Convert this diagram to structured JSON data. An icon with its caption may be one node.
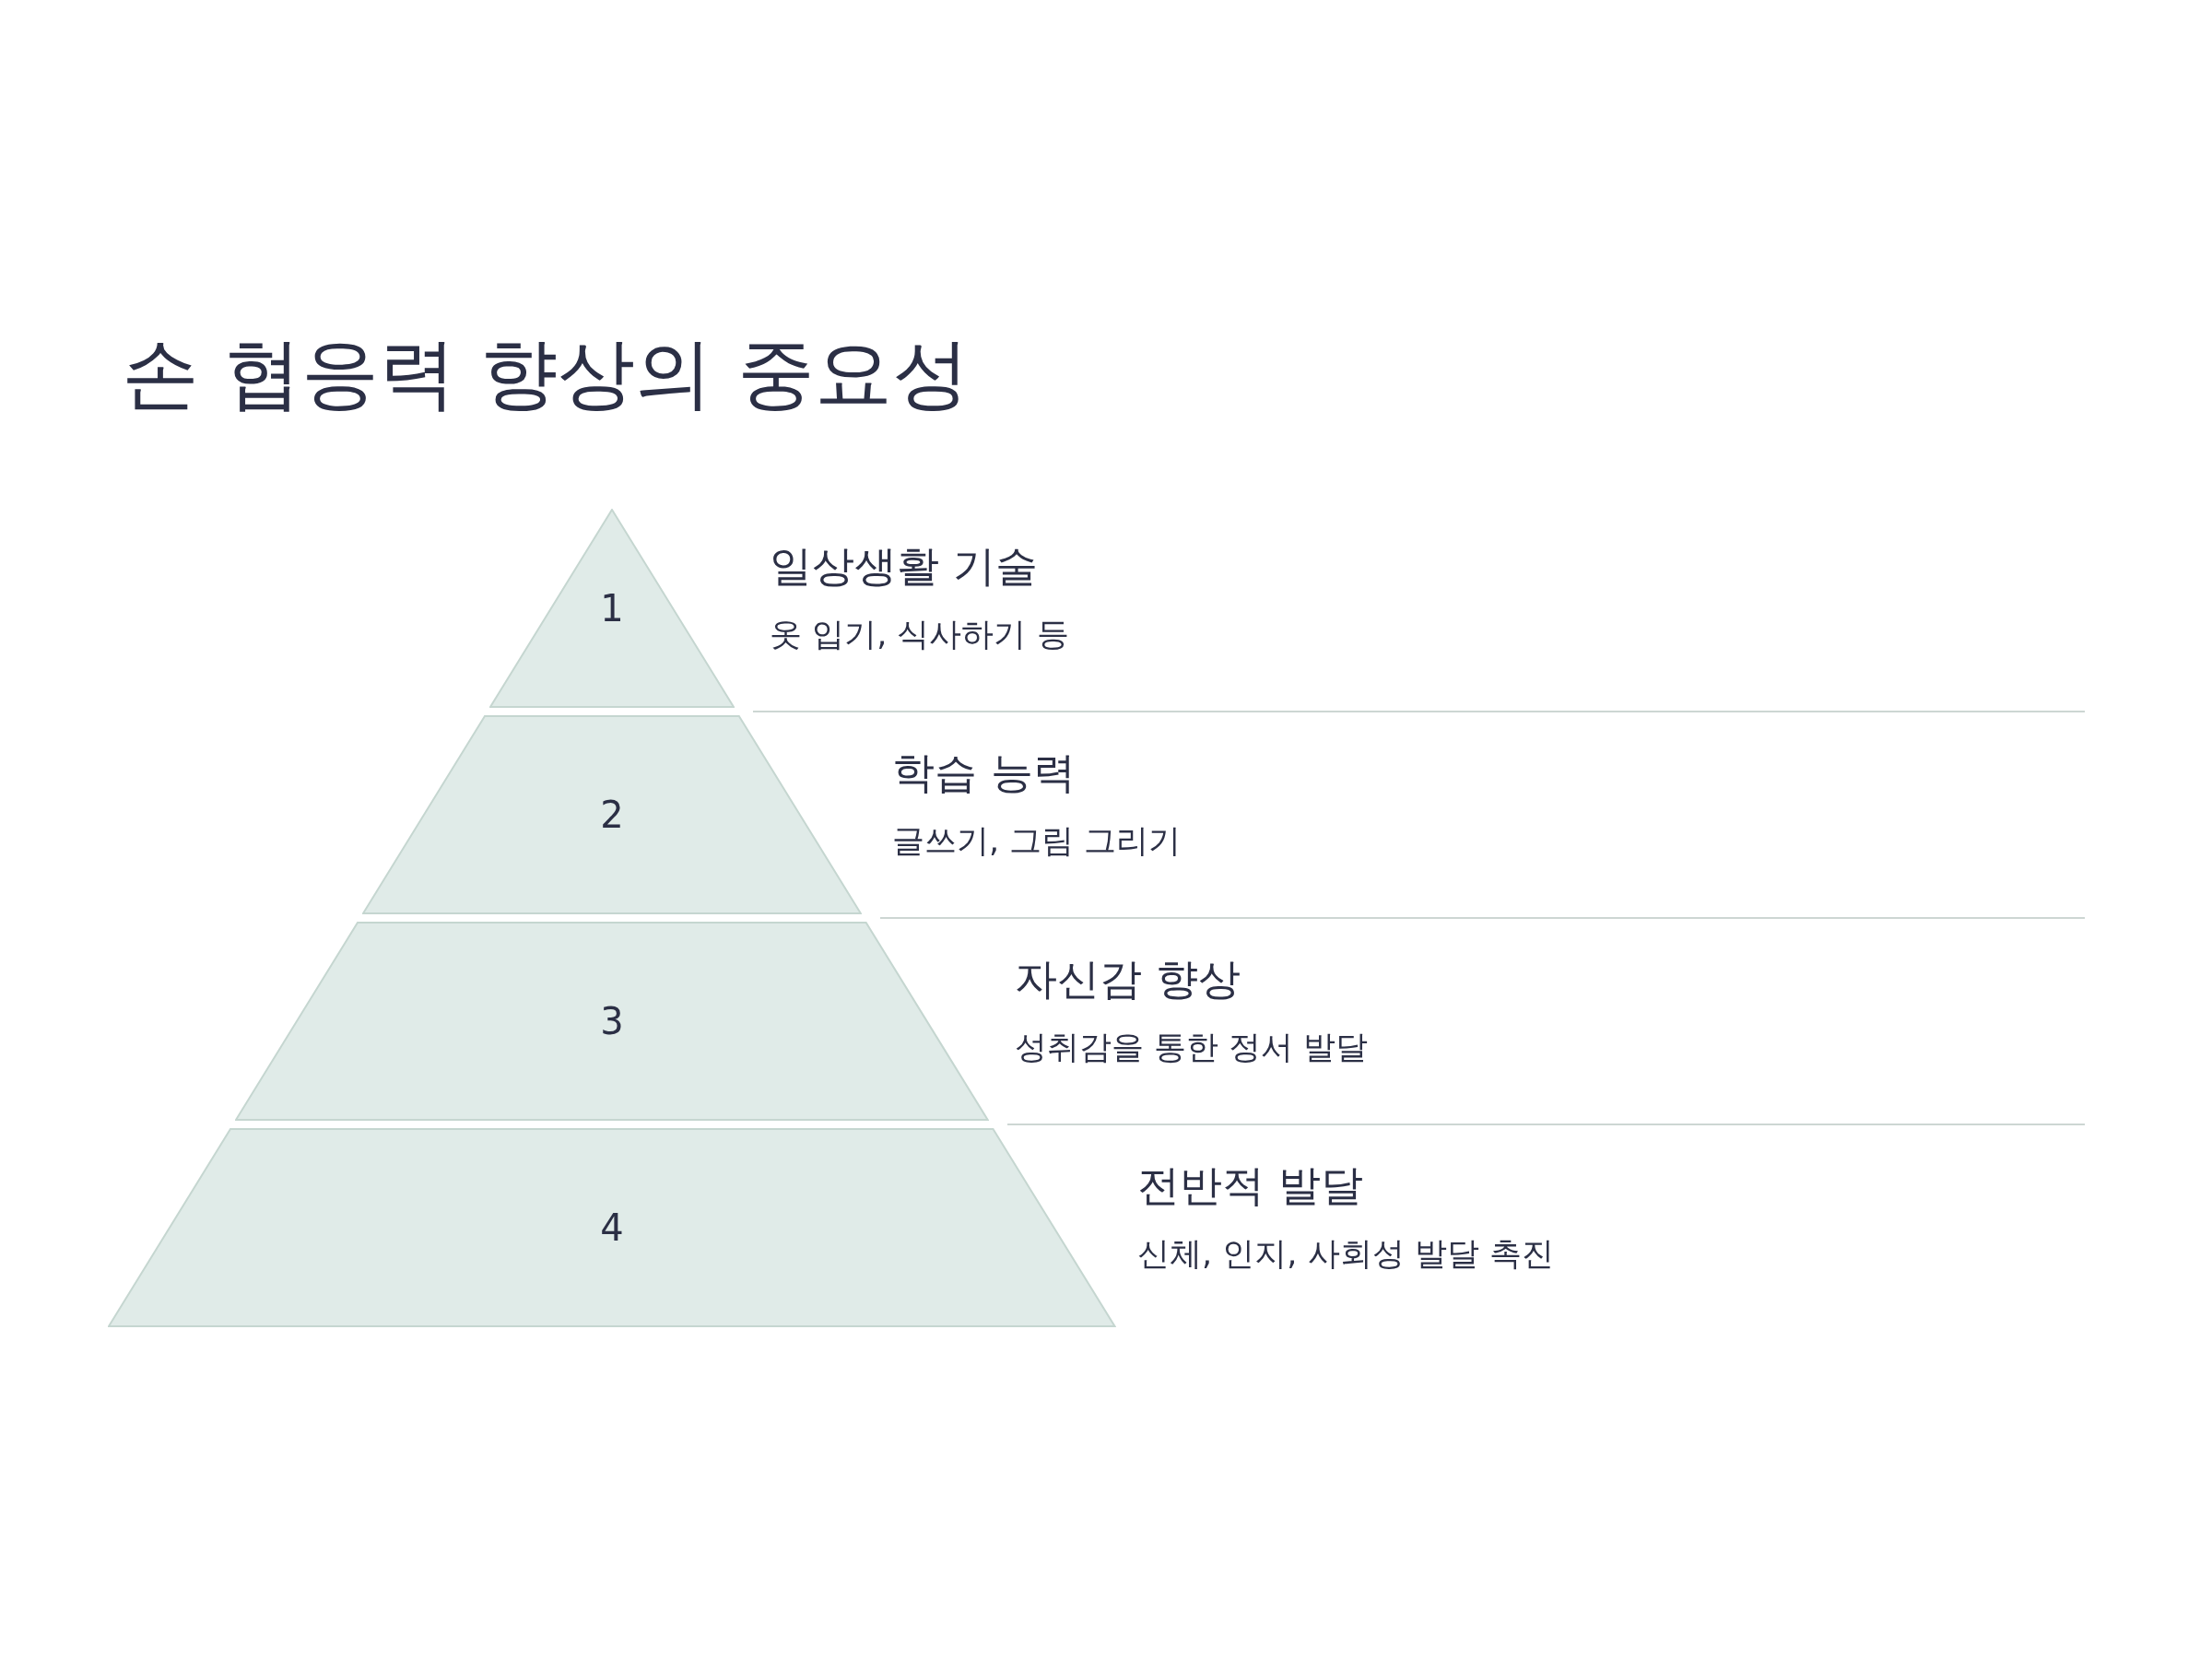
{
  "diagram": {
    "title": "손 협응력 향상의 중요성",
    "nodes": [
      {
        "text": [
          "1"
        ],
        "beside": [
          "일상생활 기술",
          "옷 입기, 식사하기 등"
        ]
      },
      {
        "text": [
          "2"
        ],
        "beside": [
          "학습 능력",
          "글쓰기, 그림 그리기"
        ]
      },
      {
        "text": [
          "3"
        ],
        "beside": [
          "자신감 향상",
          "성취감을 통한 정서 발달"
        ]
      },
      {
        "text": [
          "4"
        ],
        "beside": [
          "전반적 발달",
          "신체, 인지, 사회성 발달 촉진"
        ]
      }
    ]
  }
}
